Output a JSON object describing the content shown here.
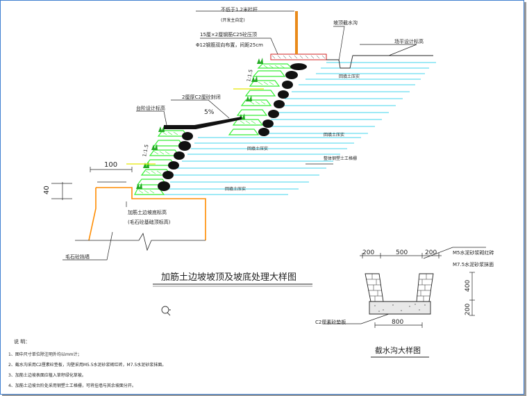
{
  "labels": {
    "railing": "不低于1.2米栏杆",
    "railing_sub": "(开发主自定)",
    "top_slab": "15厘×2厘钢筋C25砼压顶",
    "top_slab_rebar": "Φ12钢筋双向布置，间距25cm",
    "intercept_ditch": "坡顶截水沟",
    "site_elevation": "场平设计标高",
    "seal_layer": "2厘厚C2厘砼封闭",
    "platform_elev": "台阶设计标高",
    "slope_grade": "5%",
    "ratio_upper": "1:1.5",
    "ratio_lower": "1:1.5",
    "backfill": "回填土压实",
    "geogrid": "整体钢塑土工格栅",
    "dim_100": "100",
    "dim_40": "40",
    "toe_elev_1": "加筋土边坡底标高",
    "toe_elev_2": "(毛石砼基础顶标高)",
    "rubble_wall": "毛石砼挡墙",
    "main_title": "加筋土边坡坡顶及坡底处理大样图",
    "ditch_title": "截水沟大样图",
    "ditch_dim_left": "200",
    "ditch_dim_mid": "500",
    "ditch_dim_right": "200",
    "ditch_dim_bottom": "800",
    "ditch_dim_h1": "400",
    "ditch_dim_h2": "200",
    "ditch_mat_1": "M5水泥砂浆砌红砖",
    "ditch_mat_2": "M7.5水泥砂浆抹面",
    "ditch_base": "C2厘素砼垫板"
  },
  "notes": {
    "heading": "说    明：",
    "items": [
      "1、图中尺寸单位除注明外均以mm计；",
      "2、截水沟采用C2厘素砼垫板，沟壁采用M5.5水泥砂浆砌红砖，M7.5水泥砂浆抹面。",
      "3、加筋土边坡表面应植入草籽绿化草被。",
      "4、加筋土边坡台阶处采用钢塑土工格栅，可将挂墙与其余坡面分开。"
    ]
  },
  "colors": {
    "frame": "#3f7fd0",
    "strata": "#00c8e8",
    "grid_green": "#33ee33",
    "wall_orange": "#ff8c00",
    "seal_yellow": "#e8e800",
    "rail_orange": "#e98a1a",
    "brick_red": "#d22222"
  }
}
